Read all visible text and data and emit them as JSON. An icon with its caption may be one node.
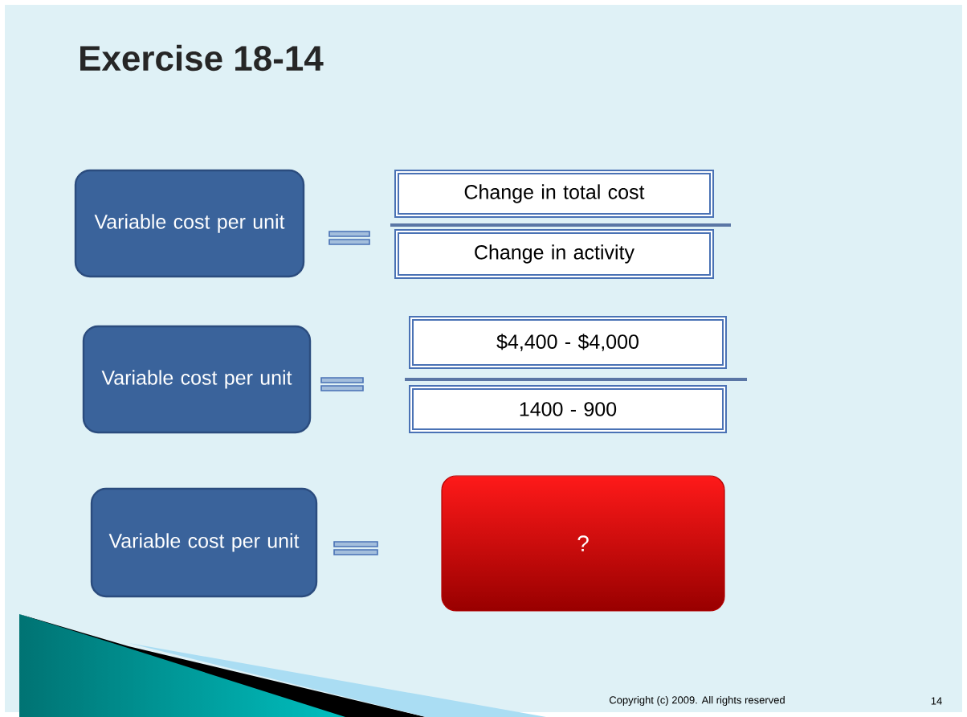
{
  "diagram": {
    "title": "Exercise 18-14",
    "nodes": [
      {
        "text": [
          "Variable cost per unit"
        ]
      },
      {
        "text": [
          "Change in total cost"
        ]
      },
      {
        "text": [
          "Change in activity"
        ]
      },
      {
        "text": [
          "Variable cost per unit"
        ]
      },
      {
        "text": [
          "$4,400 - $4,000"
        ]
      },
      {
        "text": [
          "1400 - 900"
        ]
      },
      {
        "text": [
          "Variable cost per unit"
        ]
      },
      {
        "text": [
          "?"
        ]
      }
    ],
    "labels": [
      "Copyright (c) 2009. All rights reserved",
      "14"
    ]
  }
}
